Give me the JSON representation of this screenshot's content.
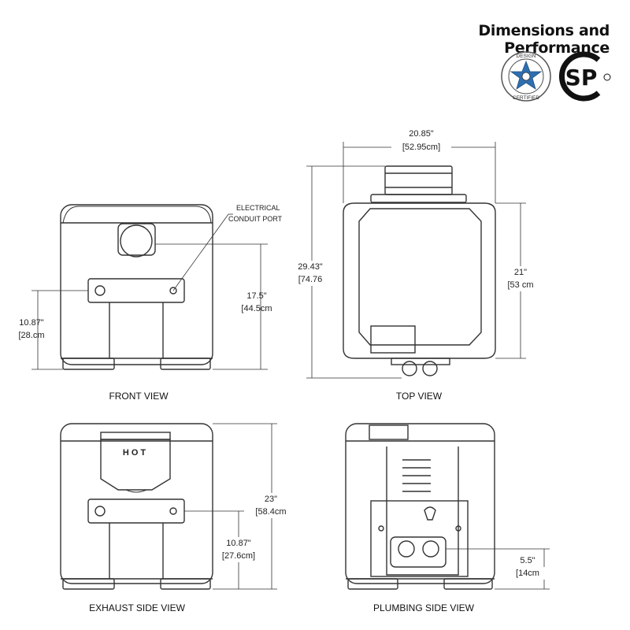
{
  "header": {
    "title": "Dimensions and Performance"
  },
  "badges": {
    "design_certified_text_top": "DESIGN",
    "design_certified_text_bottom": "CERTIFIED",
    "csa_mark": "SP"
  },
  "views": {
    "front": {
      "label": "FRONT VIEW"
    },
    "top": {
      "label": "TOP VIEW"
    },
    "exhaust": {
      "label": "EXHAUST SIDE VIEW",
      "tag": "HOT"
    },
    "plumbing": {
      "label": "PLUMBING SIDE VIEW"
    }
  },
  "callouts": {
    "conduit_line1": "ELECTRICAL",
    "conduit_line2": "CONDUIT PORT"
  },
  "dimensions": {
    "front_height_in": "10.87\"",
    "front_height_cm": "[28.cm",
    "front_port_in": "17.5\"",
    "front_port_cm": "[44.5cm",
    "top_width_in": "20.85\"",
    "top_width_cm": "[52.95cm]",
    "top_overall_in": "29.43\"",
    "top_overall_cm": "[74.76",
    "top_depth_in": "21\"",
    "top_depth_cm": "[53 cm",
    "exhaust_height_in": "23\"",
    "exhaust_height_cm": "[58.4cm",
    "exhaust_mount_in": "10.87\"",
    "exhaust_mount_cm": "[27.6cm]",
    "plumbing_height_in": "5.5\"",
    "plumbing_height_cm": "[14cm"
  },
  "colors": {
    "line": "#333333",
    "star": "#2e6fb0"
  }
}
